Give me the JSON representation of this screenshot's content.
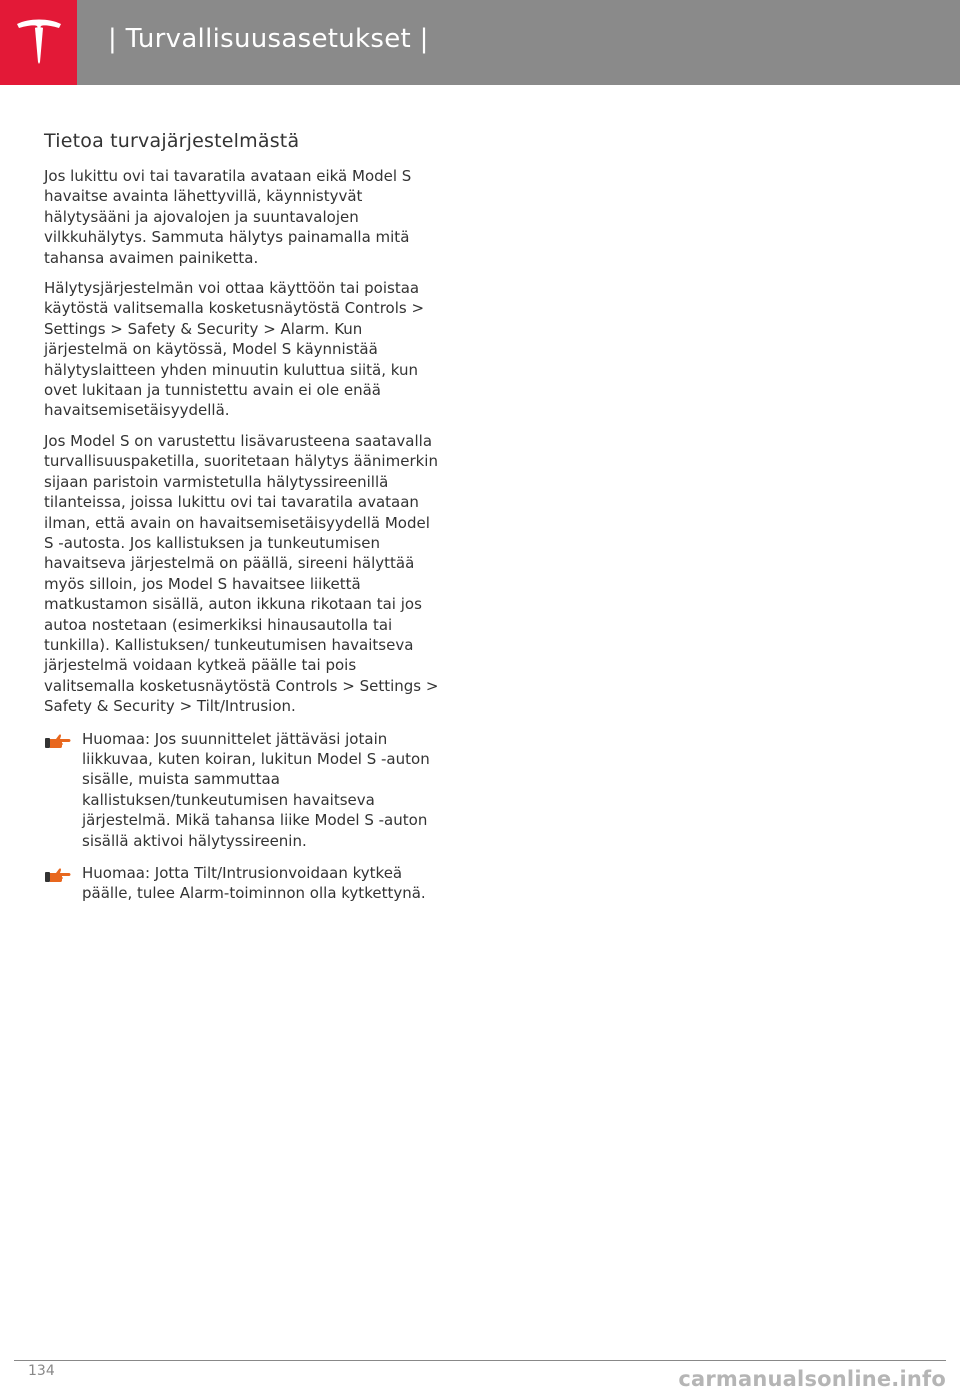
{
  "header": {
    "title": "| Turvallisuusasetukset |",
    "logo_icon": "tesla-logo-icon",
    "logo_bg_color": "#e31937",
    "bar_color": "#8a8a8a"
  },
  "section": {
    "title": "Tietoa turvajärjestelmästä",
    "paragraphs": [
      "Jos lukittu ovi tai tavaratila avataan eikä Model S havaitse avainta lähettyvillä, käynnistyvät hälytysääni ja ajovalojen ja suuntavalojen vilkkuhälytys. Sammuta hälytys painamalla mitä tahansa avaimen painiketta.",
      "Hälytysjärjestelmän voi ottaa käyttöön tai poistaa käytöstä valitsemalla kosketusnäytöstä Controls > Settings > Safety & Security > Alarm. Kun järjestelmä on käytössä, Model S käynnistää hälytyslaitteen yhden minuutin kuluttua siitä, kun ovet lukitaan ja tunnistettu avain ei ole enää havaitsemisetäisyydellä.",
      "Jos Model S on varustettu lisävarusteena saatavalla turvallisuuspaketilla, suoritetaan hälytys äänimerkin sijaan paristoin varmistetulla hälytyssireenillä tilanteissa, joissa lukittu ovi tai tavaratila avataan ilman, että avain on havaitsemisetäisyydellä Model S -autosta. Jos kallistuksen ja tunkeutumisen havaitseva järjestelmä on päällä, sireeni hälyttää myös silloin, jos Model S havaitsee liikettä matkustamon sisällä, auton ikkuna rikotaan tai jos autoa nostetaan (esimerkiksi hinausautolla tai tunkilla). Kallistuksen/ tunkeutumisen havaitseva järjestelmä voidaan kytkeä päälle tai pois valitsemalla kosketusnäytöstä Controls > Settings > Safety & Security > Tilt/Intrusion."
    ],
    "notes": [
      "Huomaa: Jos suunnittelet jättäväsi jotain liikkuvaa, kuten koiran, lukitun Model S -auton sisälle, muista sammuttaa kallistuksen/tunkeutumisen havaitseva järjestelmä. Mikä tahansa liike Model S -auton sisällä aktivoi hälytyssireenin.",
      "Huomaa: Jotta Tilt/Intrusionvoidaan kytkeä päälle, tulee Alarm-toiminnon olla kytkettynä."
    ],
    "note_icon": "pointing-hand-icon",
    "note_icon_color": "#e8671e"
  },
  "footer": {
    "page_number": "134",
    "watermark": "carmanualsonline.info"
  }
}
